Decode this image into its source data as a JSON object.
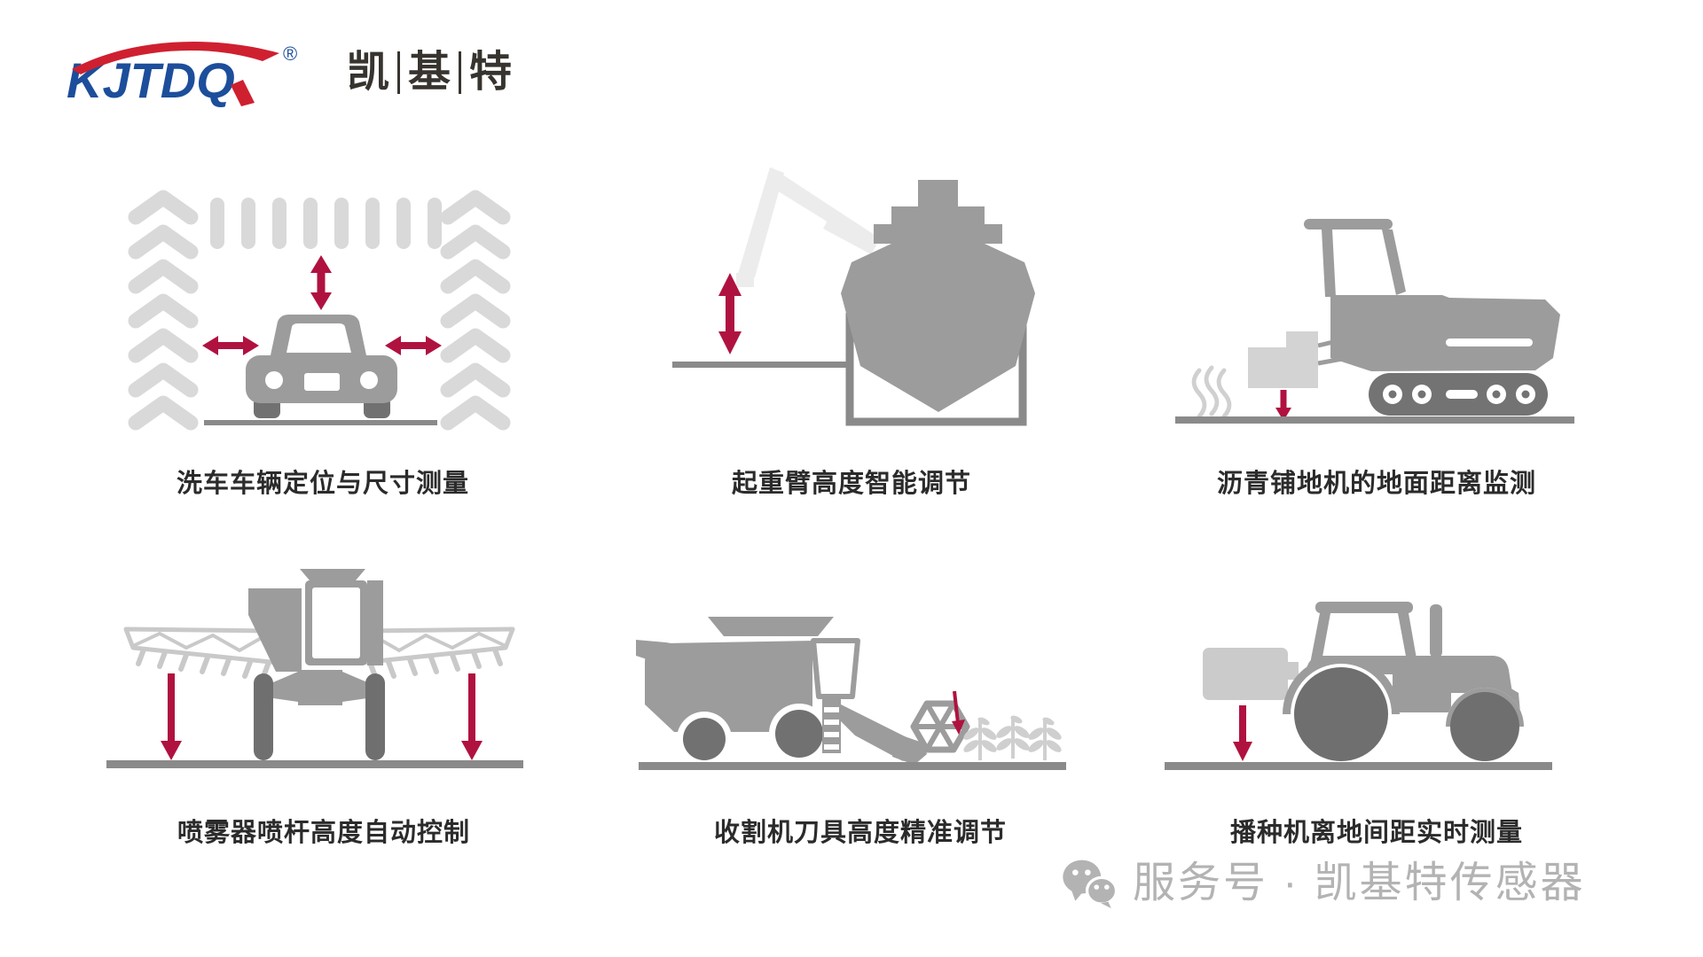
{
  "colors": {
    "background": "#ffffff",
    "accent_red": "#b01240",
    "logo_blue": "#1c4e9b",
    "logo_red": "#cf2030",
    "logo_text_dark": "#37342f",
    "illustration_gray_light": "#d9d9d9",
    "illustration_gray_lighter": "#ececec",
    "illustration_gray_mid": "#9c9c9c",
    "illustration_gray_dark": "#717171",
    "ground_gray": "#8a8a8a",
    "caption_text": "#2b2b2b",
    "footer_gray": "#b3b3b3"
  },
  "logo": {
    "brand": "KJTDQ",
    "registered_mark": "®",
    "brand_cn": [
      "凯",
      "基",
      "特"
    ]
  },
  "panels": [
    {
      "icon": "car-wash-scene",
      "caption": "洗车车辆定位与尺寸测量"
    },
    {
      "icon": "crane-and-ship-scene",
      "caption": "起重臂高度智能调节"
    },
    {
      "icon": "asphalt-paver-scene",
      "caption": "沥青铺地机的地面距离监测"
    },
    {
      "icon": "sprayer-scene",
      "caption": "喷雾器喷杆高度自动控制"
    },
    {
      "icon": "harvester-scene",
      "caption": "收割机刀具高度精准调节"
    },
    {
      "icon": "tractor-seeder-scene",
      "caption": "播种机离地间距实时测量"
    }
  ],
  "footer": {
    "wechat_label": "服务号 · 凯基特传感器"
  }
}
